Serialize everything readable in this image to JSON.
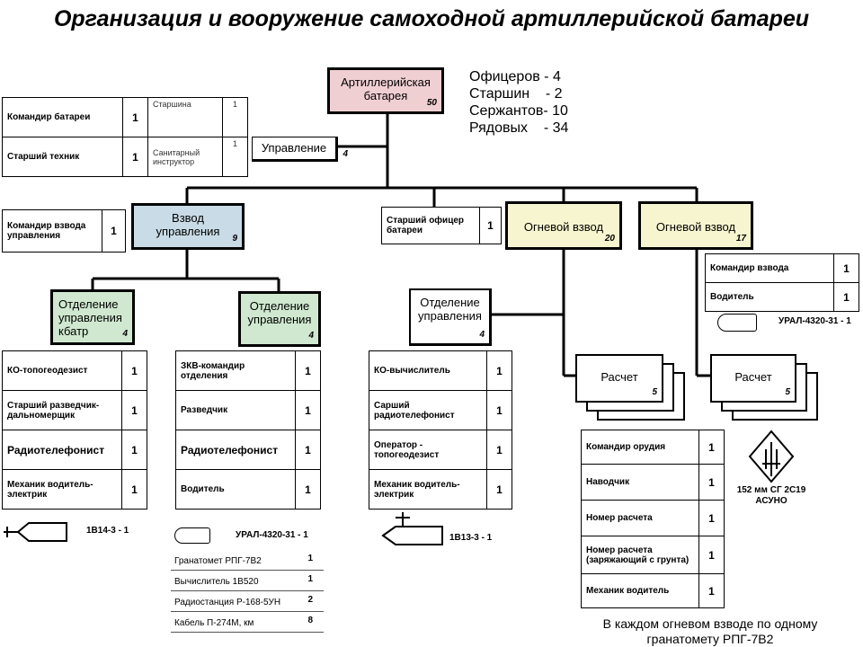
{
  "title": "Организация и вооружение самоходной артиллерийской батареи",
  "battery": {
    "label": "Артиллерийская батарея",
    "num": "50"
  },
  "stats": [
    {
      "label": "Офицеров - 4"
    },
    {
      "label": "Старшин    - 2"
    },
    {
      "label": "Сержантов- 10"
    },
    {
      "label": "Рядовых    - 34"
    }
  ],
  "command_table": [
    {
      "role": "Командир батареи",
      "count": "1",
      "role2": "Старшина",
      "count2": "1"
    },
    {
      "role": "Старший техник",
      "count": "1",
      "role2": "Санитарный инструктор",
      "count2": "1"
    }
  ],
  "upravlenie": {
    "label": "Управление",
    "num": "4"
  },
  "platoon_control": {
    "label": "Взвод управления",
    "num": "9"
  },
  "platoon_control_cmd": {
    "role": "Командир взвода управления",
    "count": "1"
  },
  "senior_officer": {
    "role": "Старший офицер батареи",
    "count": "1"
  },
  "fire_platoon_1": {
    "label": "Огневой взвод",
    "num": "20"
  },
  "fire_platoon_2": {
    "label": "Огневой взвод",
    "num": "17"
  },
  "fire_platoon_cmd": [
    {
      "role": "Командир взвода",
      "count": "1"
    },
    {
      "role": "Водитель",
      "count": "1"
    }
  ],
  "vehicle_ural_top": "УРАЛ-4320-31 - 1",
  "section_kbatr": {
    "label": "Отделение управления кбатр",
    "num": "4"
  },
  "section_ctrl_2": {
    "label": "Отделение управления",
    "num": "4"
  },
  "section_ctrl_fire": {
    "label": "Отделение управления",
    "num": "4"
  },
  "calc_1": {
    "label": "Расчет",
    "num": "5"
  },
  "calc_2": {
    "label": "Расчет",
    "num": "5"
  },
  "table_kbatr": [
    {
      "role": "КО-топогеодезист",
      "count": "1"
    },
    {
      "role": "Старший разведчик-дальномерщик",
      "count": "1"
    },
    {
      "role": "Радиотелефонист",
      "count": "1"
    },
    {
      "role": "Механик водитель-электрик",
      "count": "1"
    }
  ],
  "table_ctrl_2": [
    {
      "role": "ЗКВ-командир отделения",
      "count": "1"
    },
    {
      "role": "Разведчик",
      "count": "1"
    },
    {
      "role": "Радиотелефонист",
      "count": "1"
    },
    {
      "role": "Водитель",
      "count": "1"
    }
  ],
  "table_ctrl_fire": [
    {
      "role": "КО-вычислитель",
      "count": "1"
    },
    {
      "role": "Сарший радиотелефонист",
      "count": "1"
    },
    {
      "role": "Оператор - топогеодезист",
      "count": "1"
    },
    {
      "role": "Механик водитель-электрик",
      "count": "1"
    }
  ],
  "table_gun_crew": [
    {
      "role": "Командир орудия",
      "count": "1"
    },
    {
      "role": "Наводчик",
      "count": "1"
    },
    {
      "role": "Номер расчета",
      "count": "1"
    },
    {
      "role": "Номер расчета (заряжающий с грунта)",
      "count": "1"
    },
    {
      "role": "Механик водитель",
      "count": "1"
    }
  ],
  "vehicle_1v14": "1В14-3  - 1",
  "vehicle_ural_mid": "УРАЛ-4320-31 - 1",
  "vehicle_1v13": "1В13-3  - 1",
  "equipment": [
    {
      "name": "Гранатомет РПГ-7В2",
      "qty": "1"
    },
    {
      "name": "Вычислитель 1В520",
      "qty": "1"
    },
    {
      "name": "Радиостанция Р-168-5УН",
      "qty": "2"
    },
    {
      "name": "Кабель П-274М, км",
      "qty": "8"
    }
  ],
  "sg_label": "152 мм СГ 2С19 АСУНО",
  "note": "В каждом огневом взводе по одному гранатомету РПГ-7В2"
}
